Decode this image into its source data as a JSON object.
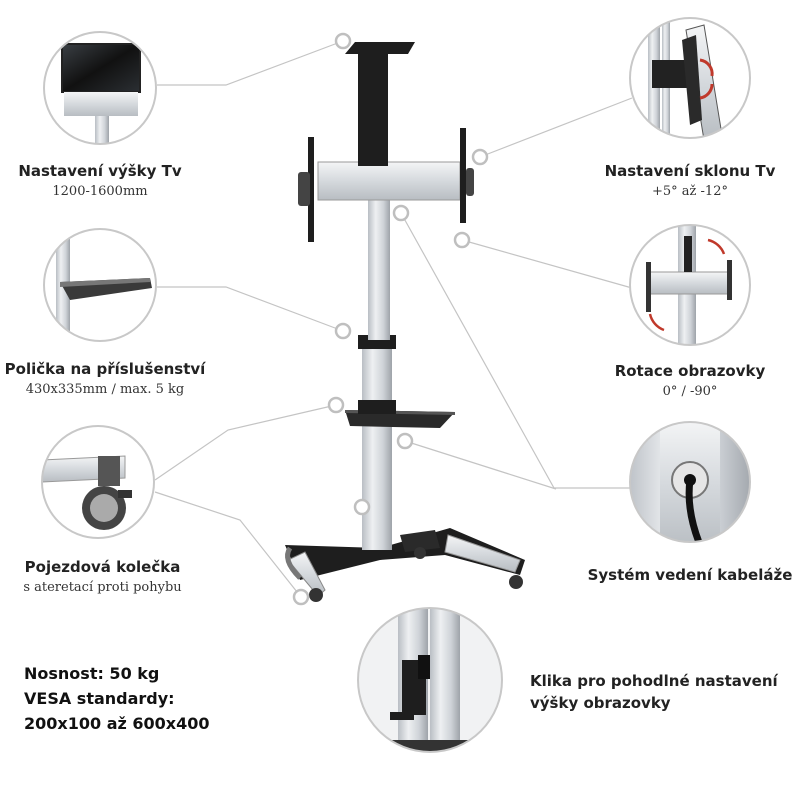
{
  "features": {
    "height": {
      "title": "Nastavení výšky Tv",
      "sub": "1200-1600mm"
    },
    "shelf": {
      "title": "Polička na příslušenství",
      "sub": "430x335mm / max. 5 kg"
    },
    "wheels": {
      "title": "Pojezdová kolečka",
      "sub": "s ateretací proti pohybu"
    },
    "tilt": {
      "title": "Nastavení sklonu Tv",
      "sub": "+5° až -12°"
    },
    "rotation": {
      "title": "Rotace obrazovky",
      "sub": "0° / -90°"
    },
    "cables": {
      "title": "Systém vedení kabeláže"
    },
    "crank": {
      "line1": "Klika pro pohodlné nastavení",
      "line2": "výšky obrazovky"
    }
  },
  "specs": {
    "line1": "Nosnost: 50 kg",
    "line2": "VESA standardy:",
    "line3": "200x100 až 600x400"
  },
  "colors": {
    "circle_border": "#c8c8c8",
    "aluminium": "#d7dbe0",
    "black_part": "#1e1e1e",
    "connector": "#bfbfbf"
  },
  "icons": [
    "tv-detail-icon",
    "shelf-detail-icon",
    "wheel-detail-icon",
    "tilt-detail-icon",
    "rotation-detail-icon",
    "cable-detail-icon",
    "crank-detail-icon"
  ]
}
